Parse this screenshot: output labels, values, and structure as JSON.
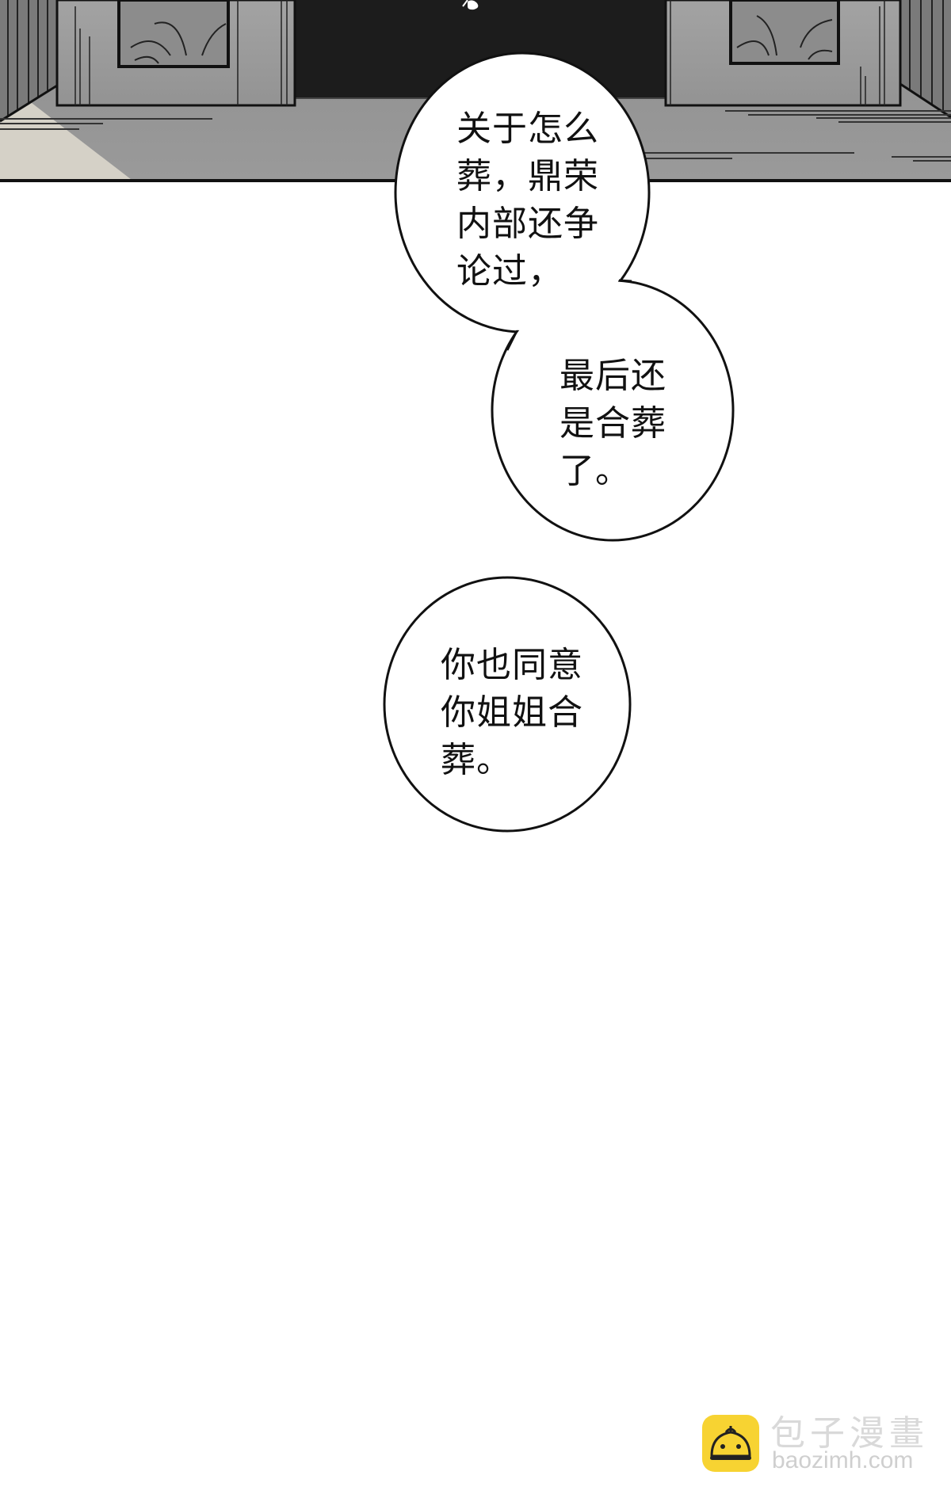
{
  "scene": {
    "description": "Manga panel: hallway with two ornate door panels flanking a dark doorway, grey floor",
    "colors": {
      "doorway": "#1c1c1c",
      "door_panel": "#9a9a9a",
      "floor": "#8f8f8f",
      "wall": "#7c7c7c",
      "light_patch": "#d6d2c8",
      "ink": "#111111",
      "page_bg": "#ffffff"
    }
  },
  "bubbles": [
    {
      "id": "bubble-1",
      "lines": [
        "关于怎么",
        "葬，鼎荣",
        "内部还争",
        "论过，"
      ]
    },
    {
      "id": "bubble-2",
      "lines": [
        "最后还",
        "是合葬",
        "了。"
      ]
    },
    {
      "id": "bubble-3",
      "lines": [
        "你也同意",
        "你姐姐合",
        "葬。"
      ]
    }
  ],
  "watermark": {
    "title": "包子漫畫",
    "url": "baozimh.com",
    "logo_color": "#f7d332",
    "icon": "steamed-bun-icon"
  }
}
